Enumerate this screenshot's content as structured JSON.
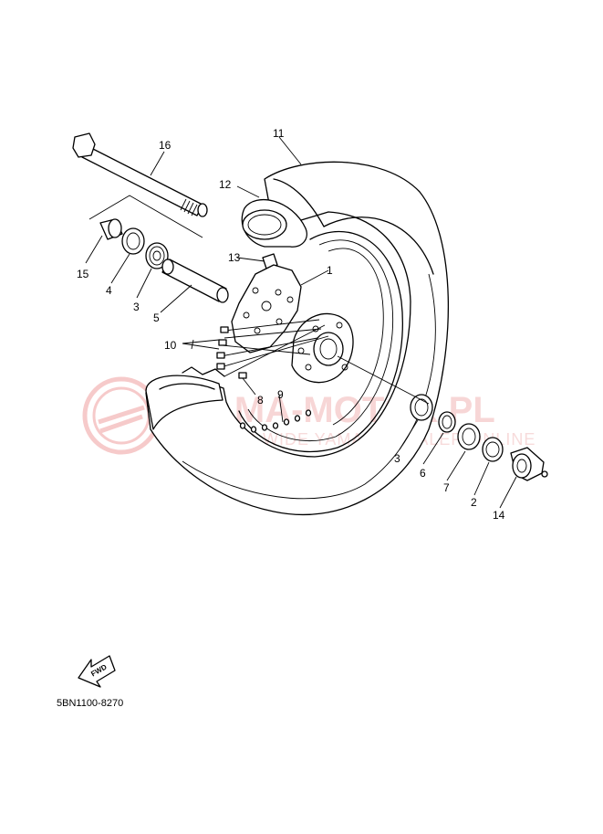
{
  "diagram": {
    "callouts": [
      "16",
      "11",
      "12",
      "15",
      "4",
      "3",
      "13",
      "1",
      "5",
      "10",
      "8",
      "9",
      "3",
      "6",
      "7",
      "2",
      "14"
    ],
    "part_code": "5BN1100-8270",
    "fwd_label": "FWD",
    "watermark": {
      "main": "YAMA-MOTOR.PL",
      "sub": "WORLD WIDE YAMAHA DEALER ONLINE"
    }
  }
}
